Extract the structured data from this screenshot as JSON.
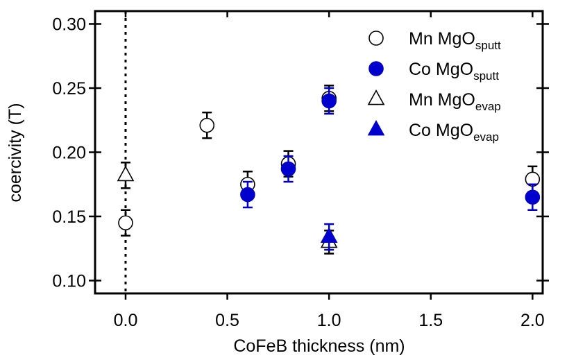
{
  "chart_data": {
    "type": "scatter",
    "xlabel": "CoFeB thickness (nm)",
    "ylabel": "coercivity (T)",
    "xlim": [
      -0.15,
      2.05
    ],
    "ylim": [
      0.09,
      0.31
    ],
    "x_ticks": [
      {
        "value": 0.0,
        "label": "0.0"
      },
      {
        "value": 0.5,
        "label": "0.5"
      },
      {
        "value": 1.0,
        "label": "1.0"
      },
      {
        "value": 1.5,
        "label": "1.5"
      },
      {
        "value": 2.0,
        "label": "2.0"
      }
    ],
    "y_ticks": [
      {
        "value": 0.1,
        "label": "0.10"
      },
      {
        "value": 0.15,
        "label": "0.15"
      },
      {
        "value": 0.2,
        "label": "0.20"
      },
      {
        "value": 0.25,
        "label": "0.25"
      },
      {
        "value": 0.3,
        "label": "0.30"
      }
    ],
    "reference_line_x": 0.0,
    "legend_position": "top-right",
    "series": [
      {
        "name": "Mn MgO",
        "name_sub": "sputt",
        "marker": "circle-open",
        "color": "#000000",
        "points": [
          {
            "x": 0.0,
            "y": 0.145,
            "err": 0.01
          },
          {
            "x": 0.4,
            "y": 0.221,
            "err": 0.01
          },
          {
            "x": 0.6,
            "y": 0.175,
            "err": 0.01
          },
          {
            "x": 0.8,
            "y": 0.191,
            "err": 0.01
          },
          {
            "x": 1.0,
            "y": 0.242,
            "err": 0.01
          },
          {
            "x": 2.0,
            "y": 0.179,
            "err": 0.01
          }
        ]
      },
      {
        "name": "Co MgO",
        "name_sub": "sputt",
        "marker": "circle-filled",
        "color": "#0000cc",
        "points": [
          {
            "x": 0.6,
            "y": 0.167,
            "err": 0.01
          },
          {
            "x": 0.8,
            "y": 0.187,
            "err": 0.01
          },
          {
            "x": 1.0,
            "y": 0.24,
            "err": 0.01
          },
          {
            "x": 2.0,
            "y": 0.165,
            "err": 0.01
          }
        ]
      },
      {
        "name": "Mn MgO",
        "name_sub": "evap",
        "marker": "triangle-open",
        "color": "#000000",
        "points": [
          {
            "x": 0.0,
            "y": 0.182,
            "err": 0.01
          },
          {
            "x": 1.0,
            "y": 0.13,
            "err": 0.009
          }
        ]
      },
      {
        "name": "Co MgO",
        "name_sub": "evap",
        "marker": "triangle-filled",
        "color": "#0000cc",
        "points": [
          {
            "x": 1.0,
            "y": 0.134,
            "err": 0.01
          }
        ]
      }
    ]
  }
}
